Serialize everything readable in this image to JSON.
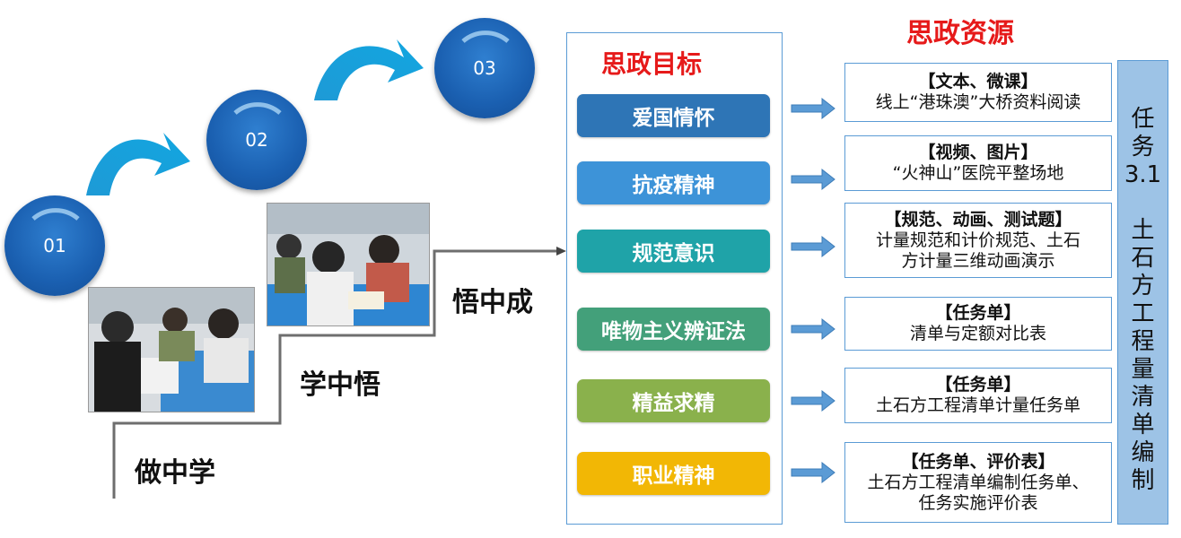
{
  "steps": [
    {
      "num": "01"
    },
    {
      "num": "02"
    },
    {
      "num": "03"
    }
  ],
  "stairs": {
    "step1": "做中学",
    "step2": "学中悟",
    "step3": "悟中成"
  },
  "goals_title": "思政目标",
  "resources_title": "思政资源",
  "goals": [
    {
      "label": "爱国情怀",
      "color": "#2e75b6"
    },
    {
      "label": "抗疫精神",
      "color": "#3d93d8"
    },
    {
      "label": "规范意识",
      "color": "#1fa3a8"
    },
    {
      "label": "唯物主义辨证法",
      "color": "#43a07a"
    },
    {
      "label": "精益求精",
      "color": "#8ab14c"
    },
    {
      "label": "职业精神",
      "color": "#f2b705"
    }
  ],
  "resources": [
    {
      "title": "【文本、微课】",
      "lines": [
        "线上“港珠澳”大桥资料阅读"
      ]
    },
    {
      "title": "【视频、图片】",
      "lines": [
        "“火神山”医院平整场地"
      ]
    },
    {
      "title": "【规范、动画、测试题】",
      "lines": [
        "计量规范和计价规范、土石",
        "方计量三维动画演示"
      ]
    },
    {
      "title": "【任务单】",
      "lines": [
        "清单与定额对比表"
      ]
    },
    {
      "title": "【任务单】",
      "lines": [
        "土石方工程清单计量任务单"
      ]
    },
    {
      "title": "【任务单、评价表】",
      "lines": [
        "土石方工程清单编制任务单、",
        "任务实施评价表"
      ]
    }
  ],
  "task": {
    "label": "任务3.1",
    "vertical": "任\n务\n3.1\n\n土\n石\n方\n工\n程\n量\n清\n单\n编\n制"
  }
}
